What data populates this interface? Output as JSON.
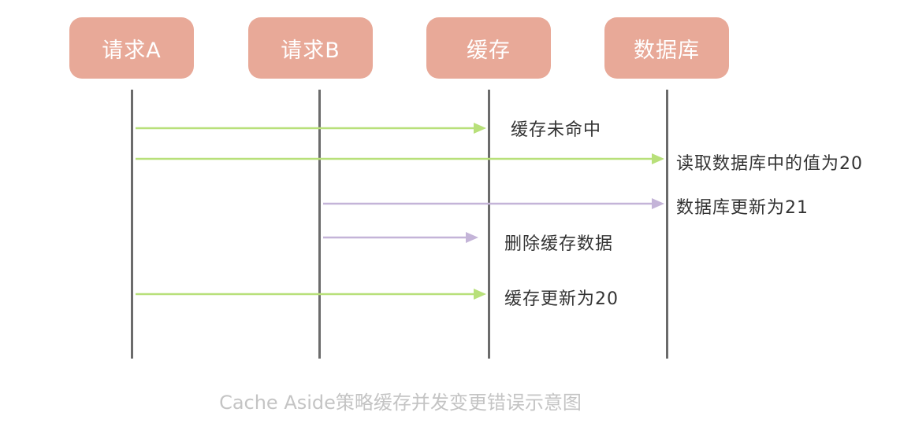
{
  "actors": [
    {
      "id": "request-a",
      "label": "请求A"
    },
    {
      "id": "request-b",
      "label": "请求B"
    },
    {
      "id": "cache",
      "label": "缓存"
    },
    {
      "id": "database",
      "label": "数据库"
    }
  ],
  "messages": [
    {
      "from": "request-a",
      "to": "cache",
      "label": "缓存未命中",
      "kind": "request-a"
    },
    {
      "from": "request-a",
      "to": "database",
      "label": "读取数据库中的值为20",
      "kind": "request-a"
    },
    {
      "from": "request-b",
      "to": "database",
      "label": "数据库更新为21",
      "kind": "request-b"
    },
    {
      "from": "request-b",
      "to": "cache",
      "label": "删除缓存数据",
      "kind": "request-b"
    },
    {
      "from": "request-a",
      "to": "cache",
      "label": "缓存更新为20",
      "kind": "request-a"
    }
  ],
  "colors": {
    "actor_fill": "#e8a998",
    "actor_text": "#ffffff",
    "lifeline": "#6b6b6b",
    "request-a": "#b8e07a",
    "request-b": "#c4b4d8"
  },
  "caption": "Cache Aside策略缓存并发变更错误示意图"
}
